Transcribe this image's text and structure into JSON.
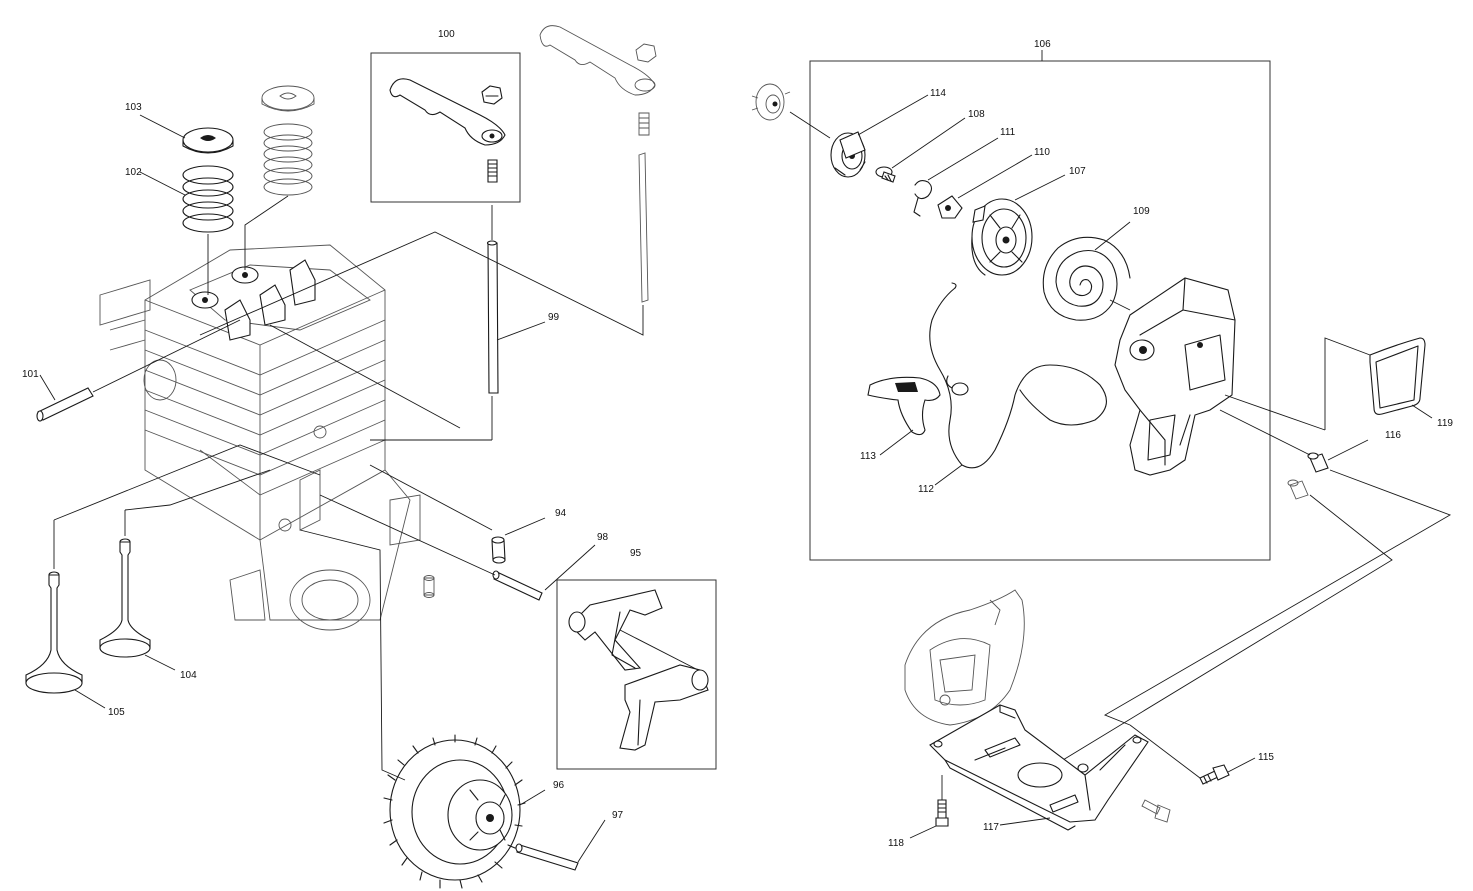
{
  "labels": {
    "p94": "94",
    "p95": "95",
    "p96": "96",
    "p97": "97",
    "p98": "98",
    "p99": "99",
    "p100": "100",
    "p101": "101",
    "p102": "102",
    "p103": "103",
    "p104": "104",
    "p105": "105",
    "p106": "106",
    "p107": "107",
    "p108": "108",
    "p109": "109",
    "p110": "110",
    "p111": "111",
    "p112": "112",
    "p113": "113",
    "p114": "114",
    "p115": "115",
    "p116": "116",
    "p117": "117",
    "p118": "118",
    "p119": "119"
  },
  "colors": {
    "line": "#1a1a1a",
    "background": "#ffffff"
  }
}
